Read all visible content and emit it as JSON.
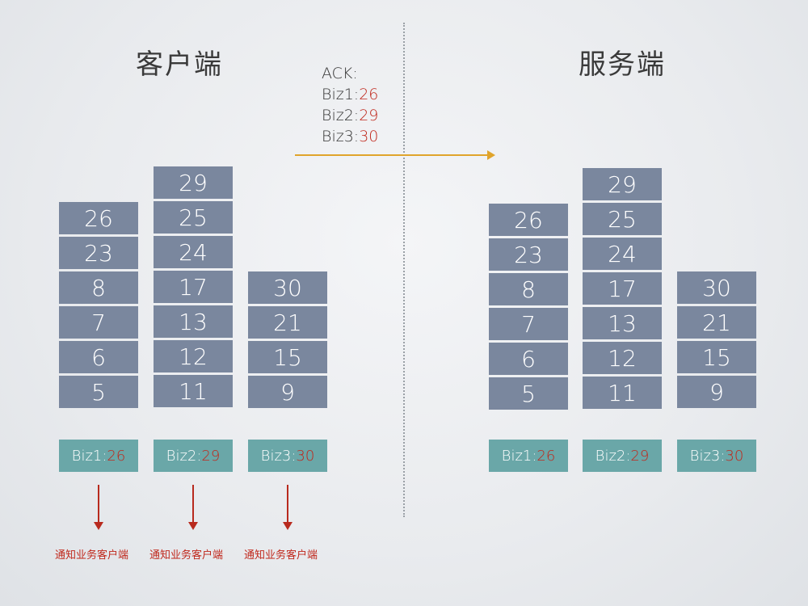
{
  "client": {
    "title": "客户端",
    "columns": [
      {
        "values": [
          "26",
          "23",
          "8",
          "7",
          "6",
          "5"
        ],
        "label_prefix": "Biz1:",
        "label_value": "26"
      },
      {
        "values": [
          "29",
          "25",
          "24",
          "17",
          "13",
          "12",
          "11"
        ],
        "label_prefix": "Biz2:",
        "label_value": "29"
      },
      {
        "values": [
          "30",
          "21",
          "15",
          "9"
        ],
        "label_prefix": "Biz3:",
        "label_value": "30"
      }
    ],
    "notify_text": "通知业务客户端"
  },
  "server": {
    "title": "服务端",
    "columns": [
      {
        "values": [
          "26",
          "23",
          "8",
          "7",
          "6",
          "5"
        ],
        "label_prefix": "Biz1:",
        "label_value": "26"
      },
      {
        "values": [
          "29",
          "25",
          "24",
          "17",
          "13",
          "12",
          "11"
        ],
        "label_prefix": "Biz2:",
        "label_value": "29"
      },
      {
        "values": [
          "30",
          "21",
          "15",
          "9"
        ],
        "label_prefix": "Biz3:",
        "label_value": "30"
      }
    ]
  },
  "ack": {
    "heading": "ACK:",
    "lines": [
      {
        "prefix": "Biz1:",
        "value": "26"
      },
      {
        "prefix": "Biz2:",
        "value": "29"
      },
      {
        "prefix": "Biz3:",
        "value": "30"
      }
    ]
  },
  "colors": {
    "box": "#7a879e",
    "label": "#6aa7a8",
    "highlight": "#c0281c",
    "ack_arrow": "#e0a42c"
  }
}
